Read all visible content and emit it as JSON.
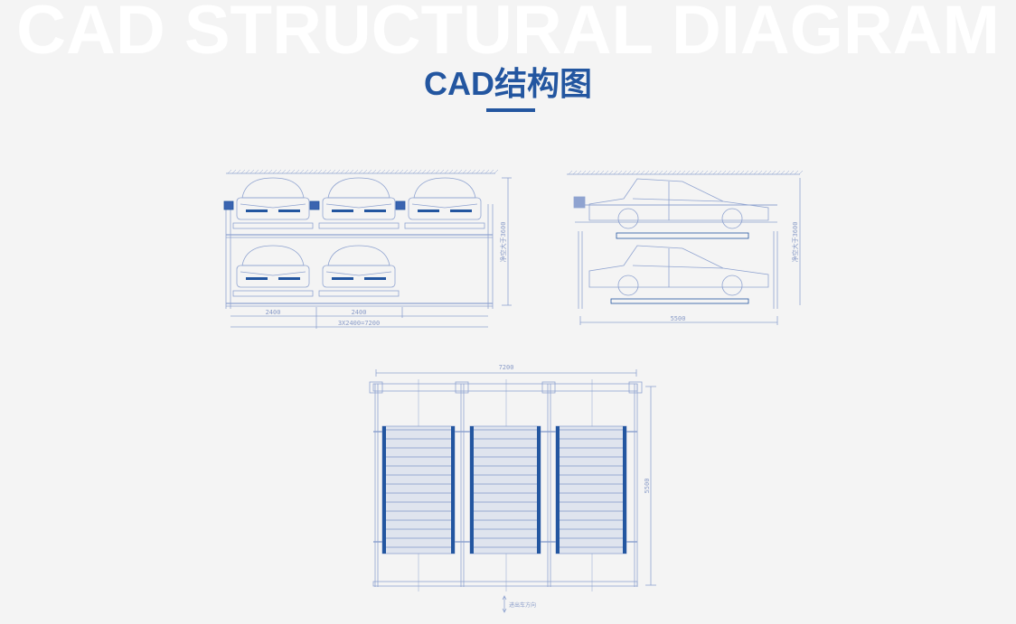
{
  "header": {
    "watermark": "CAD STRUCTURAL DIAGRAM",
    "title": "CAD结构图",
    "accent_color": "#2356a0"
  },
  "front_view": {
    "width_each_1": "2400",
    "width_each_2": "2400",
    "total_width": "3X2400=7200",
    "clear_height": "净空大于3600"
  },
  "side_view": {
    "length": "5500",
    "clear_height": "净空大于3600"
  },
  "top_view": {
    "width": "7200",
    "length": "5500",
    "direction_label": "进出车方向"
  },
  "colors": {
    "line": "#8fa3d0",
    "dark": "#2356a0"
  }
}
